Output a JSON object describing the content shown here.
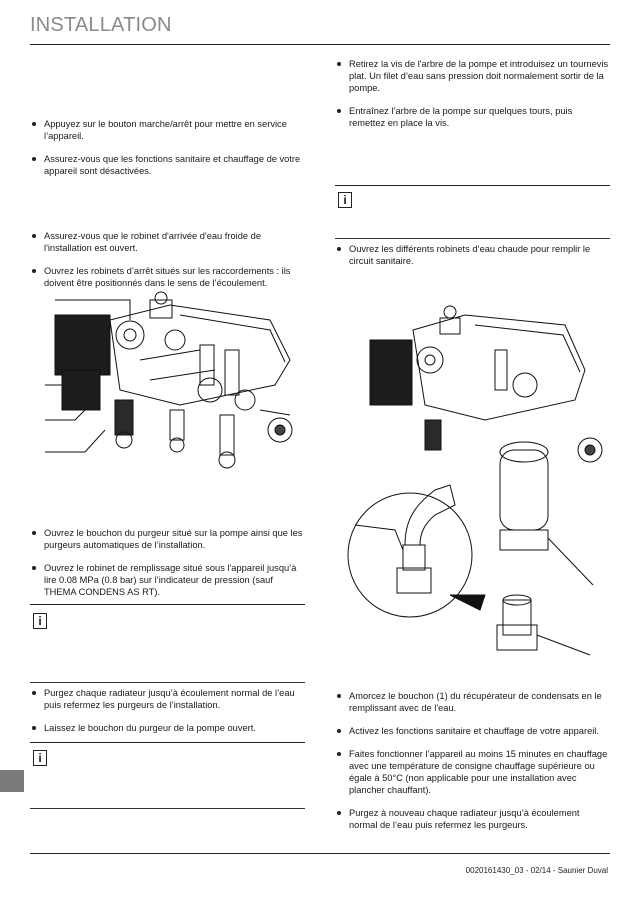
{
  "header": {
    "title": "INSTALLATION"
  },
  "left": {
    "group1": [
      "Appuyez sur le bouton marche/arrêt pour mettre en service l’appareil.",
      "Assurez-vous que les fonctions sanitaire et chauffage de votre appareil sont désactivées."
    ],
    "group2": [
      "Assurez-vous que le robinet d'arrivée d'eau froide de l'installation est ouvert.",
      "Ouvrez les robinets d’arrêt situés sur les raccordements : ils doivent être positionnés dans le sens de l’écoulement."
    ],
    "group3": [
      "Ouvrez le bouchon du purgeur situé sur la pompe ainsi que les purgeurs automatiques de l’installation.",
      "Ouvrez le robinet de remplissage situé sous l'appareil jusqu’à lire 0.08 MPa (0.8 bar) sur l’indicateur de pression (sauf THEMA CONDENS AS RT)."
    ],
    "group4": [
      "Purgez chaque radiateur jusqu’à écoulement normal de l’eau puis refermez les purgeurs de l’installation.",
      "Laissez le bouchon du purgeur de la pompe ouvert."
    ]
  },
  "right": {
    "group1": [
      "Retirez la vis de l'arbre de la pompe et introduisez un tournevis plat. Un filet d’eau sans pression doit normalement sortir de la pompe.",
      "Entraînez l’arbre de la pompe sur quelques tours, puis remettez en place la vis."
    ],
    "group2": [
      "Ouvrez les différents robinets d’eau chaude pour remplir le circuit sanitaire."
    ],
    "group3": [
      "Amorcez le bouchon (1) du récupérateur de condensats en le remplissant avec de l'eau.",
      "Activez les fonctions sanitaire et chauffage de votre appareil.",
      "Faites fonctionner l’appareil au moins 15 minutes en chauffage avec une température de consigne chauffage supérieure ou égale à 50°C (non applicable pour une installation avec plancher chauffant).",
      "Purgez à nouveau chaque radiateur jusqu’à écoulement normal de l’eau puis refermez les purgeurs."
    ]
  },
  "info": {
    "glyph": "i"
  },
  "footer": {
    "text": "0020161430_03 - 02/14 - Saunier Duval"
  }
}
